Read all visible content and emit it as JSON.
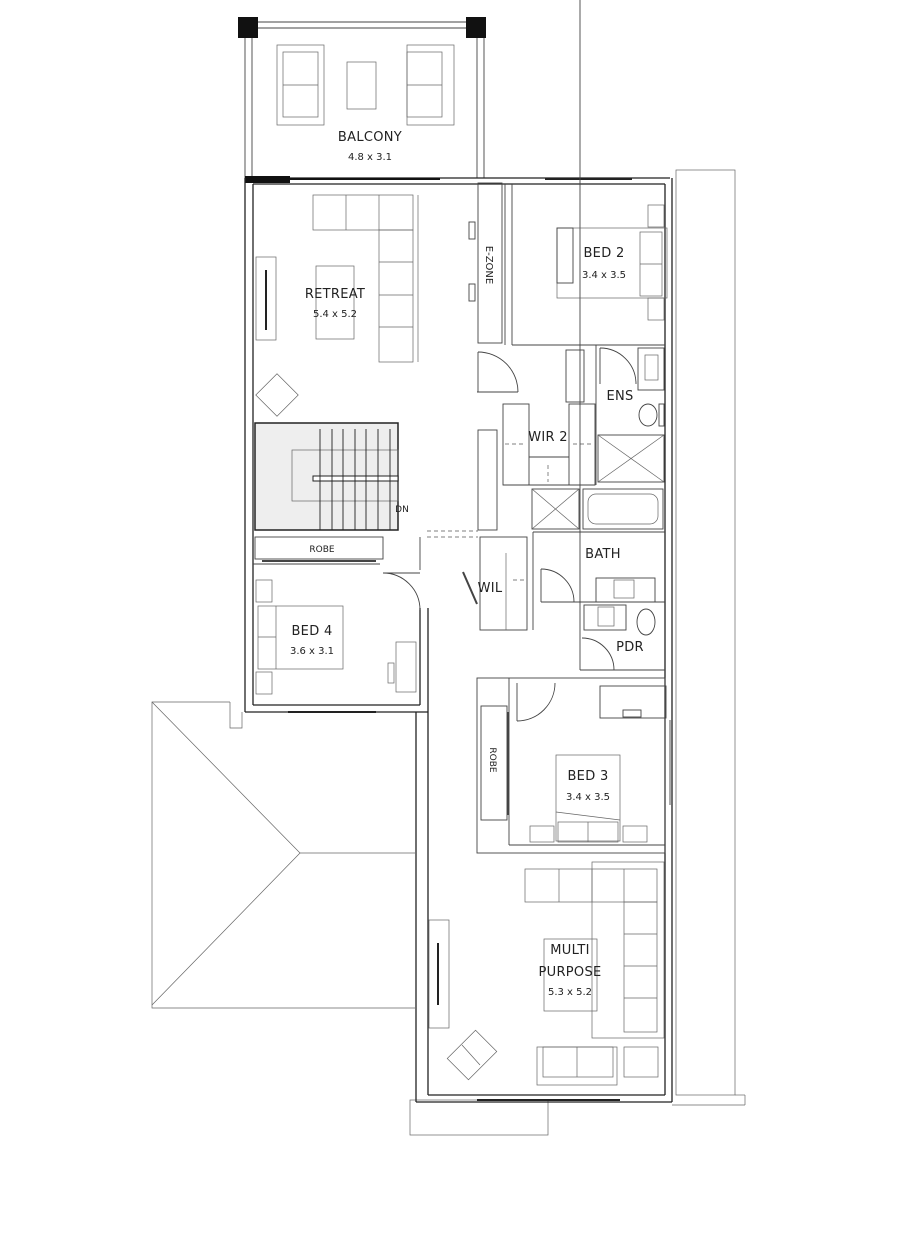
{
  "plan": {
    "rooms": {
      "balcony": {
        "name": "BALCONY",
        "size": "4.8 x 3.1"
      },
      "retreat": {
        "name": "RETREAT",
        "size": "5.4 x 5.2"
      },
      "ezone": {
        "name": "E-ZONE"
      },
      "bed2": {
        "name": "BED 2",
        "size": "3.4 x 3.5"
      },
      "ens": {
        "name": "ENS"
      },
      "wir2": {
        "name": "WIR 2"
      },
      "bath": {
        "name": "BATH"
      },
      "wil": {
        "name": "WIL"
      },
      "pdr": {
        "name": "PDR"
      },
      "robe4": {
        "name": "ROBE"
      },
      "bed4": {
        "name": "BED 4",
        "size": "3.6 x 3.1"
      },
      "robe3": {
        "name": "ROBE"
      },
      "bed3": {
        "name": "BED 3",
        "size": "3.4 x 3.5"
      },
      "multi": {
        "name1": "MULTI",
        "name2": "PURPOSE",
        "size": "5.3 x 5.2"
      }
    },
    "stair_label": "DN"
  }
}
